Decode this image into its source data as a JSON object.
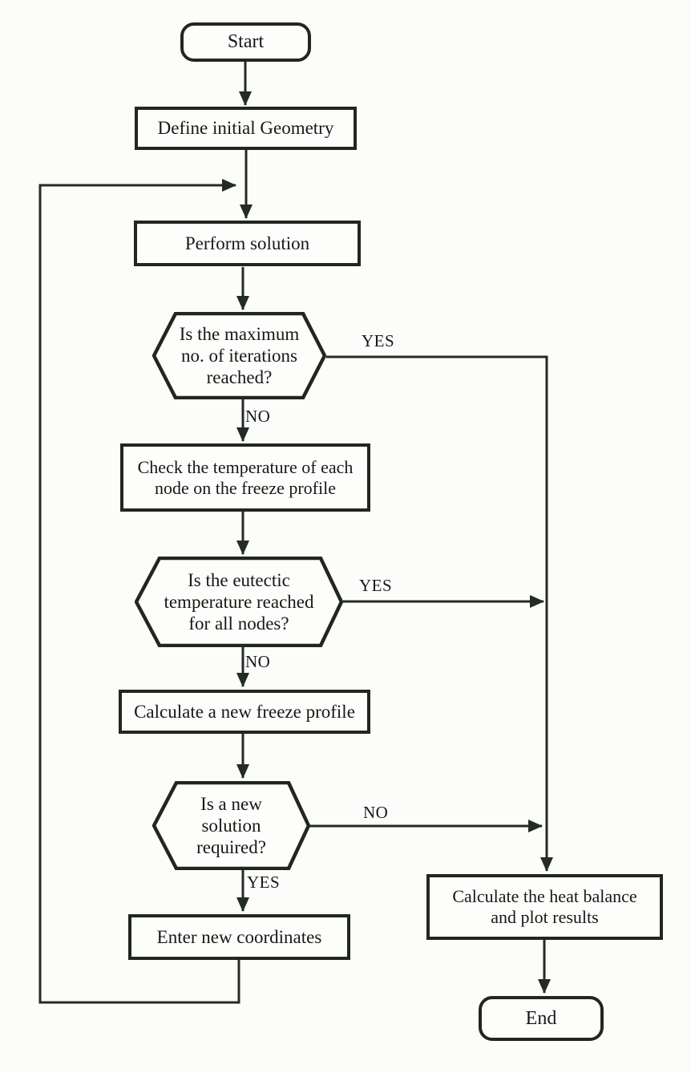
{
  "page": {
    "background_color": "#fcfcfb",
    "ink_color": "#20271f"
  },
  "flowchart": {
    "nodes": {
      "start": {
        "label": "Start",
        "shape": "terminator"
      },
      "define_geometry": {
        "label": "Define initial Geometry",
        "shape": "process"
      },
      "perform_solution": {
        "label": "Perform solution",
        "shape": "process"
      },
      "max_iterations": {
        "label": "Is the maximum\nno. of iterations\nreached?",
        "shape": "decision"
      },
      "check_temperature": {
        "label": "Check the temperature of each\nnode on the freeze profile",
        "shape": "process"
      },
      "eutectic_reached": {
        "label": "Is the eutectic\ntemperature reached\nfor all nodes?",
        "shape": "decision"
      },
      "calc_freeze_profile": {
        "label": "Calculate a new freeze profile",
        "shape": "process"
      },
      "new_solution": {
        "label": "Is a new\nsolution\nrequired?",
        "shape": "decision"
      },
      "enter_coordinates": {
        "label": "Enter new coordinates",
        "shape": "process"
      },
      "calc_heat_balance": {
        "label": "Calculate the heat balance\nand plot results",
        "shape": "process"
      },
      "end": {
        "label": "End",
        "shape": "terminator"
      }
    },
    "edges": [
      {
        "from": "start",
        "to": "define_geometry",
        "label": ""
      },
      {
        "from": "define_geometry",
        "to": "perform_solution",
        "label": ""
      },
      {
        "from": "perform_solution",
        "to": "max_iterations",
        "label": ""
      },
      {
        "from": "max_iterations",
        "to": "check_temperature",
        "label": "NO"
      },
      {
        "from": "max_iterations",
        "to": "calc_heat_balance",
        "label": "YES"
      },
      {
        "from": "check_temperature",
        "to": "eutectic_reached",
        "label": ""
      },
      {
        "from": "eutectic_reached",
        "to": "calc_freeze_profile",
        "label": "NO"
      },
      {
        "from": "eutectic_reached",
        "to": "calc_heat_balance",
        "label": "YES"
      },
      {
        "from": "calc_freeze_profile",
        "to": "new_solution",
        "label": ""
      },
      {
        "from": "new_solution",
        "to": "enter_coordinates",
        "label": "YES"
      },
      {
        "from": "new_solution",
        "to": "calc_heat_balance",
        "label": "NO"
      },
      {
        "from": "enter_coordinates",
        "to": "perform_solution",
        "label": ""
      },
      {
        "from": "calc_heat_balance",
        "to": "end",
        "label": ""
      }
    ]
  }
}
